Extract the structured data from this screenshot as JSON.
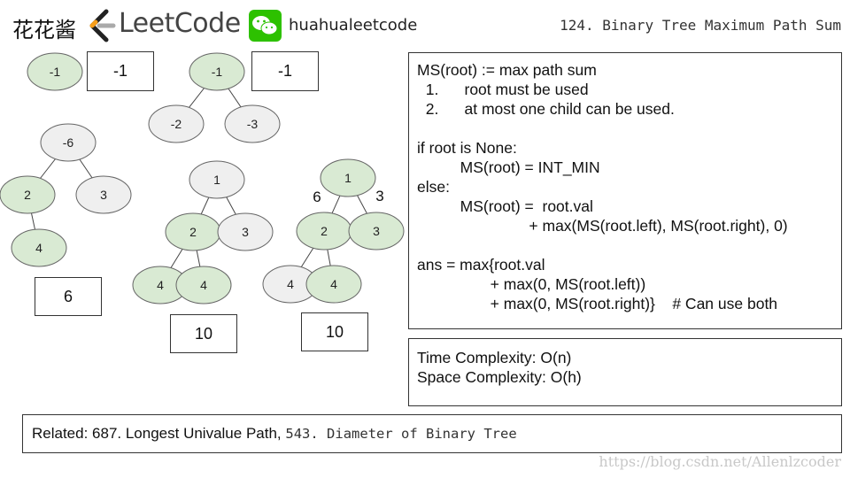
{
  "header": {
    "brand_cn": "花花酱",
    "logo_text": "LeetCode",
    "wechat_handle": "huahualeetcode",
    "slide_title": "124. Binary Tree Maximum Path Sum"
  },
  "colors": {
    "used_node_fill": "#d9ead3",
    "unused_node_fill": "#efefef",
    "node_stroke": "#666666",
    "edge": "#444444",
    "leetcode_orange": "#f89f1b",
    "wechat_green": "#2dc100"
  },
  "trees": [
    {
      "id": "t1",
      "nodes": [
        {
          "id": "a",
          "label": "-1",
          "used": true
        }
      ],
      "edges": [],
      "annotations": [],
      "result": "-1"
    },
    {
      "id": "t2",
      "nodes": [
        {
          "id": "a",
          "label": "-1",
          "used": true
        },
        {
          "id": "b",
          "label": "-2",
          "used": false
        },
        {
          "id": "c",
          "label": "-3",
          "used": false
        }
      ],
      "edges": [
        [
          "a",
          "b"
        ],
        [
          "a",
          "c"
        ]
      ],
      "annotations": [],
      "result": "-1"
    },
    {
      "id": "t3",
      "nodes": [
        {
          "id": "a",
          "label": "-6",
          "used": false
        },
        {
          "id": "b",
          "label": "2",
          "used": true
        },
        {
          "id": "c",
          "label": "3",
          "used": false
        },
        {
          "id": "d",
          "label": "4",
          "used": true
        }
      ],
      "edges": [
        [
          "a",
          "b"
        ],
        [
          "a",
          "c"
        ],
        [
          "b",
          "d"
        ]
      ],
      "annotations": [],
      "result": "6"
    },
    {
      "id": "t4",
      "nodes": [
        {
          "id": "a",
          "label": "1",
          "used": false
        },
        {
          "id": "b",
          "label": "2",
          "used": true
        },
        {
          "id": "c",
          "label": "3",
          "used": false
        },
        {
          "id": "d",
          "label": "4",
          "used": true
        },
        {
          "id": "e",
          "label": "4",
          "used": true
        }
      ],
      "edges": [
        [
          "a",
          "b"
        ],
        [
          "a",
          "c"
        ],
        [
          "b",
          "d"
        ],
        [
          "b",
          "e"
        ]
      ],
      "annotations": [],
      "result": "10"
    },
    {
      "id": "t5",
      "nodes": [
        {
          "id": "a",
          "label": "1",
          "used": true
        },
        {
          "id": "b",
          "label": "2",
          "used": true
        },
        {
          "id": "c",
          "label": "3",
          "used": true
        },
        {
          "id": "d",
          "label": "4",
          "used": false
        },
        {
          "id": "e",
          "label": "4",
          "used": true
        }
      ],
      "edges": [
        [
          "a",
          "b"
        ],
        [
          "a",
          "c"
        ],
        [
          "b",
          "d"
        ],
        [
          "b",
          "e"
        ]
      ],
      "annotations": [
        {
          "id": "left",
          "text": "6"
        },
        {
          "id": "right",
          "text": "3"
        }
      ],
      "result": "10"
    }
  ],
  "definition": {
    "lines": [
      "MS(root) := max path sum",
      "  1.      root must be used",
      "  2.      at most one child can be used.",
      "",
      "if root is None:",
      "          MS(root) = INT_MIN",
      "else:",
      "          MS(root) =  root.val",
      "                          + max(MS(root.left), MS(root.right), 0)",
      "",
      "ans = max{root.val",
      "                 + max(0, MS(root.left))",
      "                 + max(0, MS(root.right)}    # Can use both"
    ]
  },
  "complexity": {
    "time": "Time Complexity: O(n)",
    "space": "Space Complexity: O(h)"
  },
  "related": {
    "prefix": "Related: 687. Longest Univalue Path, ",
    "mono": "543. Diameter of Binary Tree"
  },
  "watermark": "https://blog.csdn.net/Allenlzcoder"
}
